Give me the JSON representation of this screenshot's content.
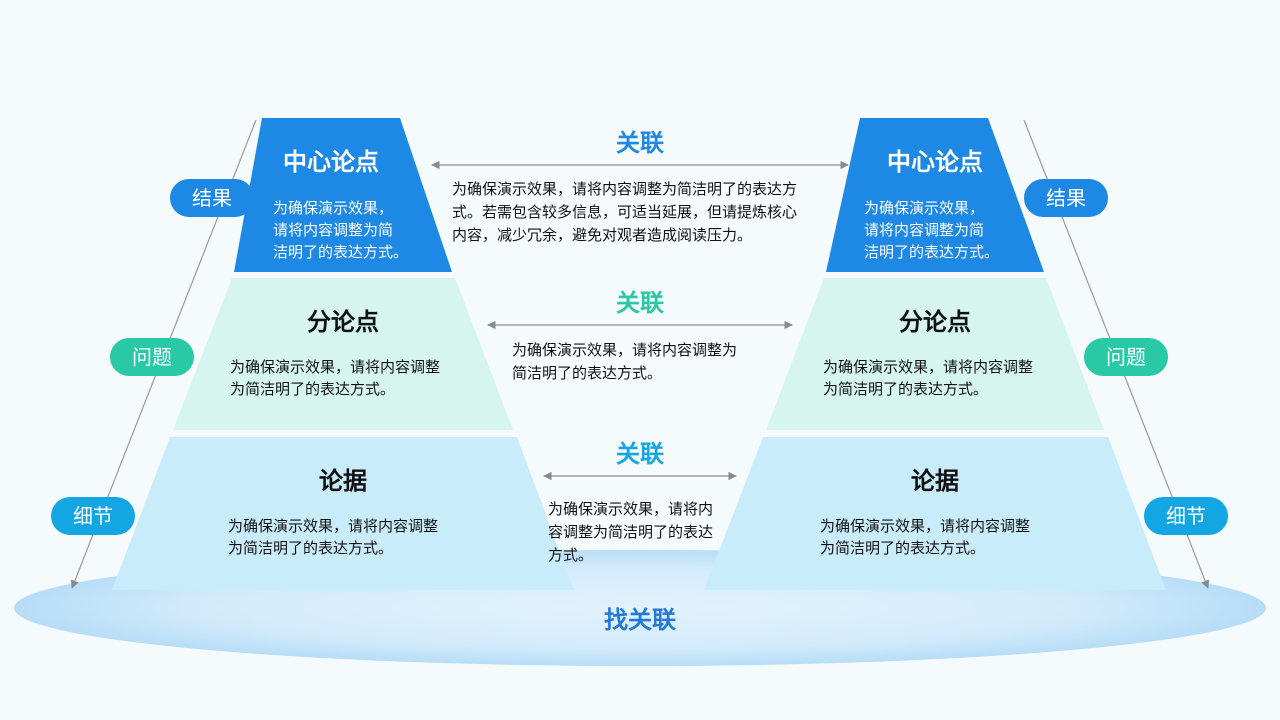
{
  "left": {
    "top": {
      "title": "中心论点",
      "text": "为确保演示效果，\n请将内容调整为简\n洁明了的表达方式。"
    },
    "mid": {
      "title": "分论点",
      "text": "为确保演示效果，请将内容调整\n为简洁明了的表达方式。"
    },
    "bottom": {
      "title": "论据",
      "text": "为确保演示效果，请将内容调整\n为简洁明了的表达方式。"
    }
  },
  "right": {
    "top": {
      "title": "中心论点",
      "text": "为确保演示效果，\n请将内容调整为简\n洁明了的表达方式。"
    },
    "mid": {
      "title": "分论点",
      "text": "为确保演示效果，请将内容调整\n为简洁明了的表达方式。"
    },
    "bottom": {
      "title": "论据",
      "text": "为确保演示效果，请将内容调整\n为简洁明了的表达方式。"
    }
  },
  "pills": {
    "result": "结果",
    "question": "问题",
    "detail": "细节"
  },
  "links": [
    {
      "label": "关联",
      "text": "为确保演示效果，请将内容调整为简洁明了的表达方\n式。若需包含较多信息，可适当延展，但请提炼核心\n内容，减少冗余，避免对观者造成阅读压力。"
    },
    {
      "label": "关联",
      "text": "为确保演示效果，请将内容调整为\n简洁明了的表达方式。"
    },
    {
      "label": "关联",
      "text": "为确保演示效果，请将内\n容调整为简洁明了的表达\n方式。"
    }
  ],
  "bottom_title": "找关联",
  "colors": {
    "top_tier": "#1e88e5",
    "mid_tier": "#d5f5ee",
    "bottom_tier": "#c9ecfb",
    "blue_pill": "#1e88e5",
    "green_pill": "#29c9a8",
    "cyan_pill": "#14a6e3",
    "link_blue": "#1e88e5",
    "link_green": "#2bc7a5",
    "link_cyan": "#14a6e3"
  }
}
